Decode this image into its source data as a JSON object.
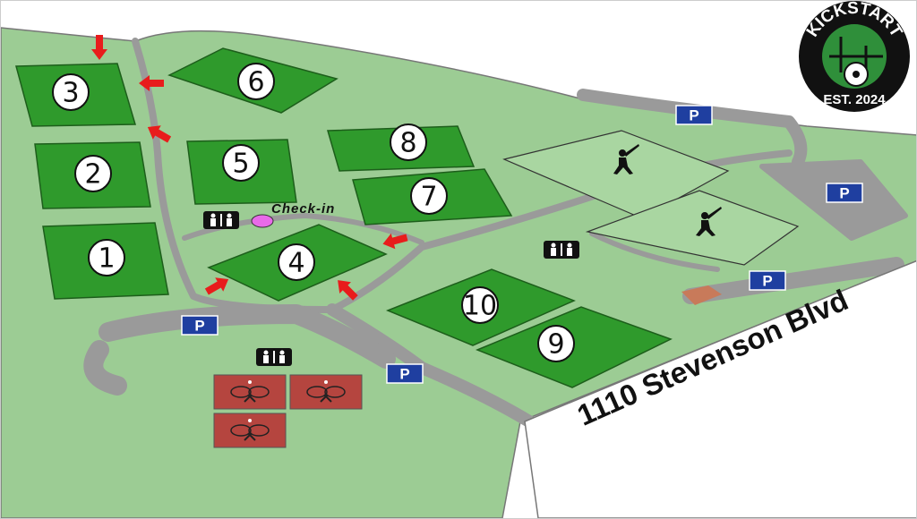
{
  "map": {
    "street_label": "1110 Stevenson Blvd",
    "checkin_label": "Check-in",
    "parking_label": "P",
    "logo": {
      "name": "KICKSTART",
      "est": "EST. 2024"
    },
    "fields": [
      "1",
      "2",
      "3",
      "4",
      "5",
      "6",
      "7",
      "8",
      "9",
      "10"
    ],
    "colors": {
      "park": "#9ccc94",
      "field": "#2f9a2c",
      "path": "#9a9a9a",
      "parking": "#1f3fa0",
      "tennis": "#b5453f",
      "arrow": "#e81c1c",
      "checkin": "#e86ae8"
    }
  }
}
